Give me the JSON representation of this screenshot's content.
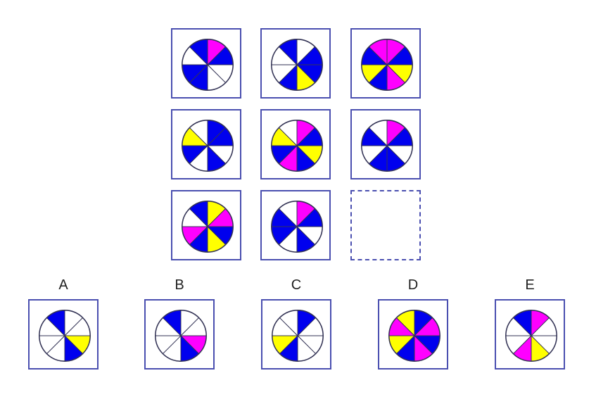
{
  "colors": {
    "blue": "#0000ee",
    "white": "#ffffff",
    "magenta": "#ff00ff",
    "yellow": "#ffff00",
    "border": "#4a4fb0",
    "wheel_outline": "#333355"
  },
  "grid": [
    {
      "id": "r1c1",
      "sectors": [
        "magenta",
        "blue",
        "white",
        "white",
        "blue",
        "blue",
        "white",
        "blue"
      ]
    },
    {
      "id": "r1c2",
      "sectors": [
        "white",
        "blue",
        "blue",
        "yellow",
        "blue",
        "white",
        "white",
        "blue"
      ]
    },
    {
      "id": "r1c3",
      "sectors": [
        "magenta",
        "blue",
        "yellow",
        "magenta",
        "blue",
        "yellow",
        "blue",
        "magenta"
      ]
    },
    {
      "id": "r2c1",
      "sectors": [
        "blue",
        "blue",
        "white",
        "blue",
        "white",
        "blue",
        "yellow",
        "white"
      ]
    },
    {
      "id": "r2c2",
      "sectors": [
        "magenta",
        "blue",
        "yellow",
        "blue",
        "magenta",
        "blue",
        "yellow",
        "white"
      ]
    },
    {
      "id": "r2c3",
      "sectors": [
        "magenta",
        "blue",
        "white",
        "blue",
        "blue",
        "white",
        "blue",
        "white"
      ]
    },
    {
      "id": "r3c1",
      "sectors": [
        "yellow",
        "magenta",
        "blue",
        "yellow",
        "blue",
        "magenta",
        "white",
        "blue"
      ]
    },
    {
      "id": "r3c2",
      "sectors": [
        "magenta",
        "blue",
        "white",
        "blue",
        "white",
        "blue",
        "blue",
        "white"
      ]
    },
    {
      "id": "r3c3",
      "missing": true
    }
  ],
  "options": [
    {
      "label": "A",
      "sectors": [
        "white",
        "white",
        "yellow",
        "blue",
        "white",
        "white",
        "white",
        "blue"
      ]
    },
    {
      "label": "B",
      "sectors": [
        "white",
        "white",
        "magenta",
        "blue",
        "white",
        "white",
        "white",
        "blue"
      ]
    },
    {
      "label": "C",
      "sectors": [
        "blue",
        "white",
        "white",
        "white",
        "blue",
        "yellow",
        "white",
        "white"
      ]
    },
    {
      "label": "D",
      "sectors": [
        "blue",
        "magenta",
        "blue",
        "magenta",
        "blue",
        "yellow",
        "magenta",
        "yellow"
      ]
    },
    {
      "label": "E",
      "sectors": [
        "magenta",
        "white",
        "white",
        "yellow",
        "magenta",
        "white",
        "white",
        "blue"
      ]
    }
  ]
}
